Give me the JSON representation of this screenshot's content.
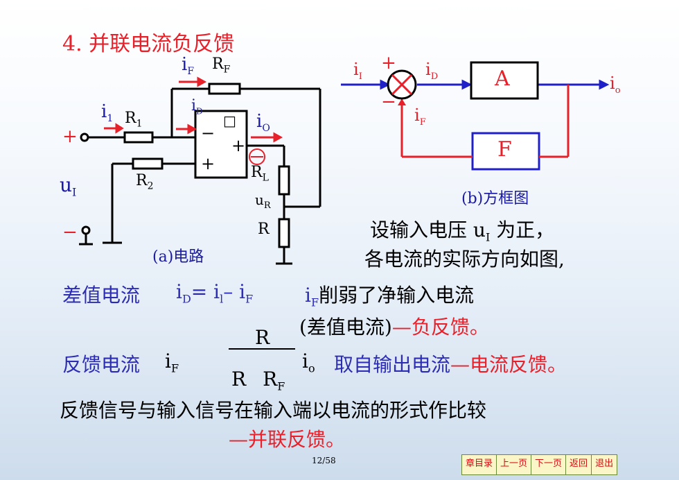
{
  "title": "4. 并联电流负反馈",
  "circuit": {
    "caption": "(a)电路",
    "plus": "+",
    "minus": "−",
    "u_i": "u",
    "u_i_sub": "I",
    "r1": "R",
    "r1_sub": "1",
    "r2": "R",
    "r2_sub": "2",
    "rf": "R",
    "rf_sub": "F",
    "rl": "R",
    "rl_sub": "L",
    "r": "R",
    "u_r": "u",
    "u_r_sub": "R",
    "i1": "i",
    "i1_sub": "1",
    "if": "i",
    "if_sub": "F",
    "id": "i",
    "id_sub": "D",
    "io": "i",
    "io_sub": "O",
    "op_minus": "−",
    "op_plus": "+",
    "out_plus": "+",
    "out_minus": "−",
    "amp_symbol": "□"
  },
  "block": {
    "caption": "(b)方框图",
    "a": "A",
    "f": "F",
    "ii": "i",
    "ii_sub": "I",
    "id": "i",
    "id_sub": "D",
    "io": "i",
    "io_sub": "o",
    "if": "i",
    "if_sub": "F",
    "plus": "+",
    "minus": "−"
  },
  "text": {
    "assume": "设输入电压 u",
    "assume_sub": "I",
    "assume_end": " 为正，",
    "directions": "各电流的实际方向如图,",
    "diff_label": "差值电流",
    "diff_eq": "i",
    "diff_eq_sub": "D",
    "diff_eq_mid": "= i",
    "diff_eq_sub1": "l",
    "diff_eq_minus": "– i",
    "diff_eq_sub2": "F",
    "weaken": "i",
    "weaken_sub": "F",
    "weaken_rest": "削弱了净输入电流",
    "neg_paren": "(差值电流)",
    "neg_label": "—负反馈。",
    "fb_label": "反馈电流",
    "fb_i": "i",
    "fb_i_sub": "F",
    "frac_num": "R",
    "frac_den_r": "R",
    "frac_den_rf": "R",
    "frac_den_rf_sub": "F",
    "fb_io": "i",
    "fb_io_sub": "o",
    "take_out": "取自输出电流",
    "current_fb": "—电流反馈。",
    "compare": "反馈信号与输入信号在输入端以电流的形式作比较",
    "parallel": "—并联反馈。"
  },
  "page_number": "12/58",
  "nav": [
    "章目录",
    "上一页",
    "下一页",
    "返回",
    "退出"
  ]
}
